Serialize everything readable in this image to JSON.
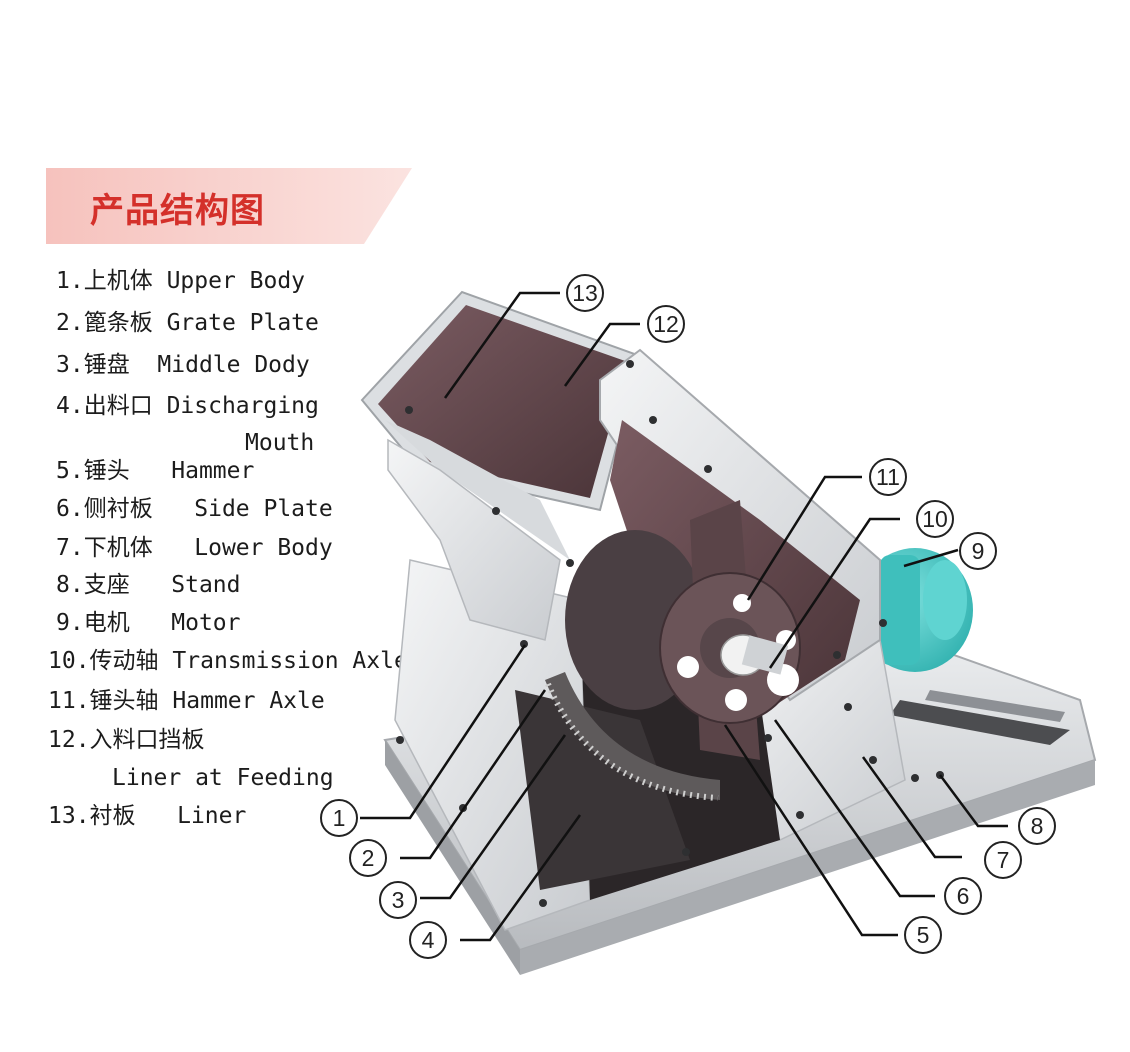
{
  "title": "产品结构图",
  "legend": [
    {
      "num": "1.",
      "zh": "上机体",
      "en": "Upper Body"
    },
    {
      "num": "2.",
      "zh": "篦条板",
      "en": "Grate Plate"
    },
    {
      "num": "3.",
      "zh": "锤盘",
      "en": "Middle Dody"
    },
    {
      "num": "4.",
      "zh": "出料口",
      "en": "Discharging",
      "en2": "Mouth"
    },
    {
      "num": "5.",
      "zh": "锤头",
      "en": "Hammer"
    },
    {
      "num": "6.",
      "zh": "侧衬板",
      "en": "Side Plate"
    },
    {
      "num": "7.",
      "zh": "下机体",
      "en": "Lower Body"
    },
    {
      "num": "8.",
      "zh": "支座",
      "en": "Stand"
    },
    {
      "num": "9.",
      "zh": "电机",
      "en": "Motor"
    },
    {
      "num": "10.",
      "zh": "传动轴",
      "en": "Transmission Axle"
    },
    {
      "num": "11.",
      "zh": "锤头轴",
      "en": "Hammer Axle"
    },
    {
      "num": "12.",
      "zh": "入料口挡板",
      "en": "",
      "en2": "Liner at Feeding"
    },
    {
      "num": "13.",
      "zh": "衬板",
      "en": "Liner"
    }
  ],
  "callouts": [
    "1",
    "2",
    "3",
    "4",
    "5",
    "6",
    "7",
    "8",
    "9",
    "10",
    "11",
    "12",
    "13"
  ],
  "colors": {
    "banner": "#f7c9c4",
    "title": "#d4302a",
    "machine_body": "#e4e6e8",
    "interior": "#6a4d52",
    "motor": "#46c7c4"
  }
}
